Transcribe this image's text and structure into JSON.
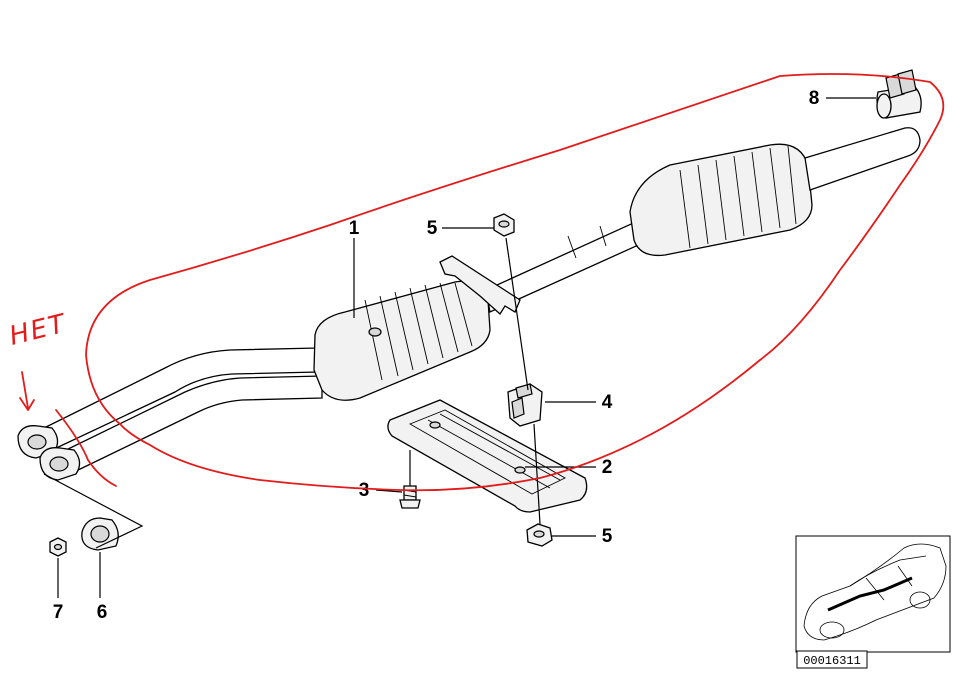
{
  "diagram": {
    "callouts": {
      "part_1": "1",
      "part_2": "2",
      "part_3": "3",
      "part_4": "4",
      "part_5_top": "5",
      "part_5_bottom": "5",
      "part_6": "6",
      "part_7": "7",
      "part_8": "8"
    },
    "handwritten_note": "НЕТ",
    "diagram_code": "00016311",
    "colors": {
      "annotation_red": "#e31b1b",
      "line": "#000000",
      "part_fill": "#f2f2f2"
    }
  }
}
